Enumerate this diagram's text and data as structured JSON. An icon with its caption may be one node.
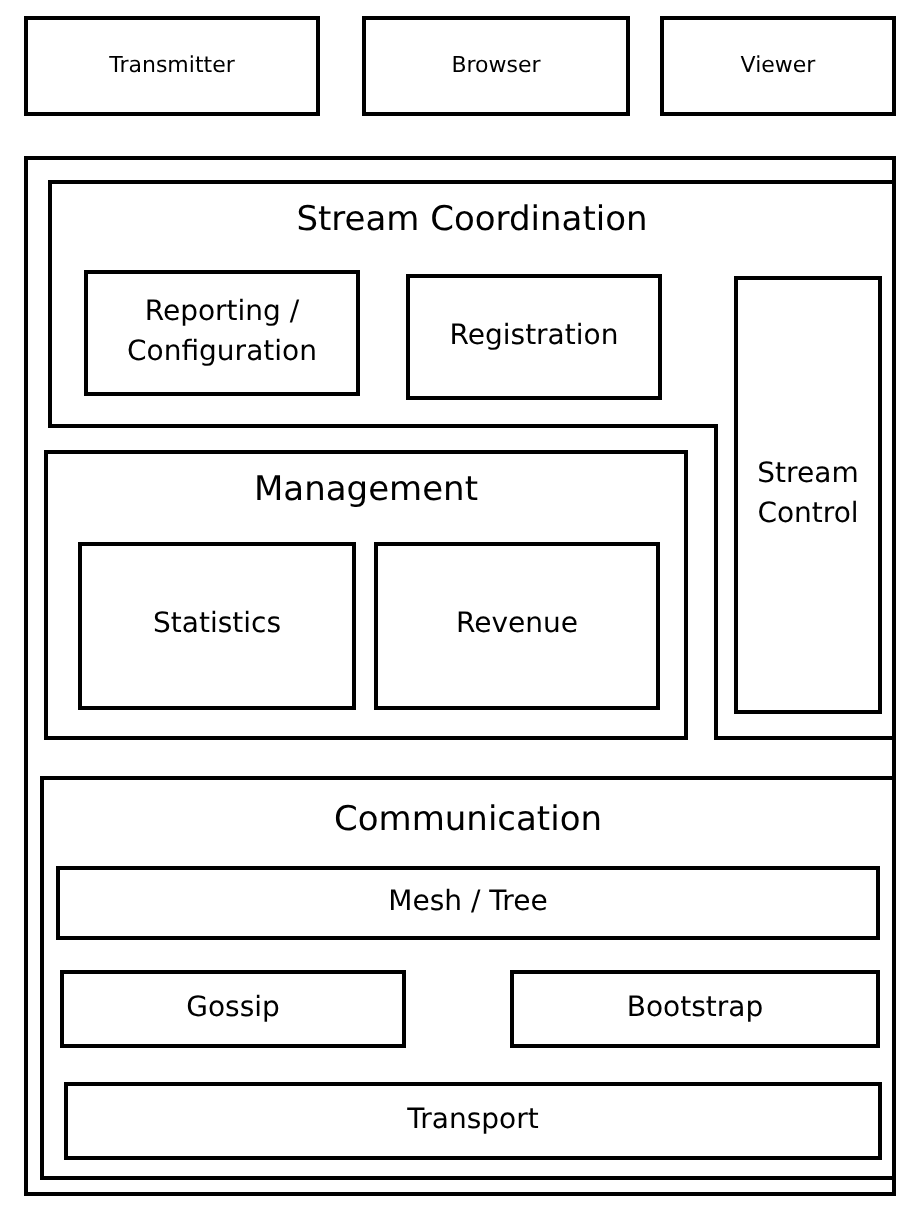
{
  "diagram": {
    "nodes": [
      {
        "text": [
          "Transmitter"
        ]
      },
      {
        "text": [
          "Browser"
        ]
      },
      {
        "text": [
          "Viewer"
        ]
      },
      {
        "text": [],
        "shape": "box"
      },
      {
        "text": [
          "Stream Coordination"
        ],
        "in": 3
      },
      {
        "text": [
          "Reporting / Configuration"
        ],
        "in": 4
      },
      {
        "text": [
          "Registration"
        ],
        "in": 4
      },
      {
        "text": [
          "Stream Control"
        ],
        "in": 4
      },
      {
        "text": [
          "Management"
        ],
        "in": 3
      },
      {
        "text": [
          "Statistics"
        ],
        "in": 8
      },
      {
        "text": [
          "Revenue"
        ],
        "in": 8
      },
      {
        "text": [
          "Communication"
        ],
        "in": 3
      },
      {
        "text": [
          "Mesh / Tree"
        ],
        "in": 11
      },
      {
        "text": [
          "Gossip"
        ],
        "in": 11
      },
      {
        "text": [
          "Bootstrap"
        ],
        "in": 11
      },
      {
        "text": [
          "Transport"
        ],
        "in": 11
      }
    ],
    "edges": []
  }
}
